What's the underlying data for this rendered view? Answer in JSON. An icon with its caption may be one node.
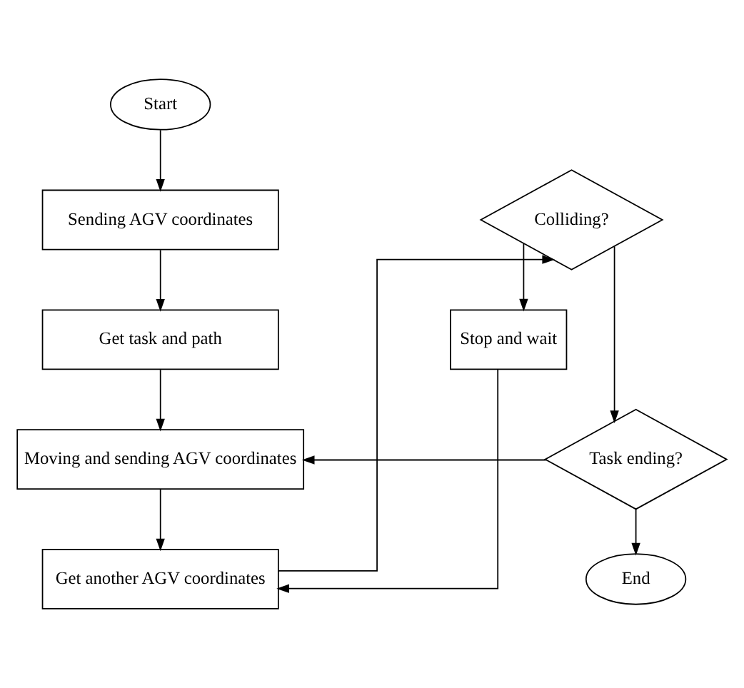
{
  "diagram": {
    "nodes": [
      {
        "text": [
          "Start"
        ]
      },
      {
        "text": [
          "Sending AGV coordinates"
        ]
      },
      {
        "text": [
          "Get task and path"
        ]
      },
      {
        "text": [
          "Moving and sending AGV coordinates"
        ]
      },
      {
        "text": [
          "Get another AGV coordinates"
        ]
      },
      {
        "text": [
          "Colliding?"
        ]
      },
      {
        "text": [
          "Stop and wait"
        ]
      },
      {
        "text": [
          "Task ending?"
        ]
      },
      {
        "text": [
          "End"
        ]
      }
    ],
    "edges": [
      {
        "from": 0,
        "to": 1,
        "arrow": "to"
      },
      {
        "from": 1,
        "to": 2,
        "arrow": "to"
      },
      {
        "from": 2,
        "to": 3,
        "arrow": "to"
      },
      {
        "from": 3,
        "to": 4,
        "arrow": "to"
      },
      {
        "from": 4,
        "to": 5,
        "arrow": "to"
      },
      {
        "from": 5,
        "to": 6,
        "arrow": "to"
      },
      {
        "from": 5,
        "to": 7,
        "arrow": "to"
      },
      {
        "from": 6,
        "to": 4,
        "arrow": "to"
      },
      {
        "from": 7,
        "to": 3,
        "arrow": "to"
      },
      {
        "from": 7,
        "to": 8,
        "arrow": "to"
      }
    ]
  }
}
